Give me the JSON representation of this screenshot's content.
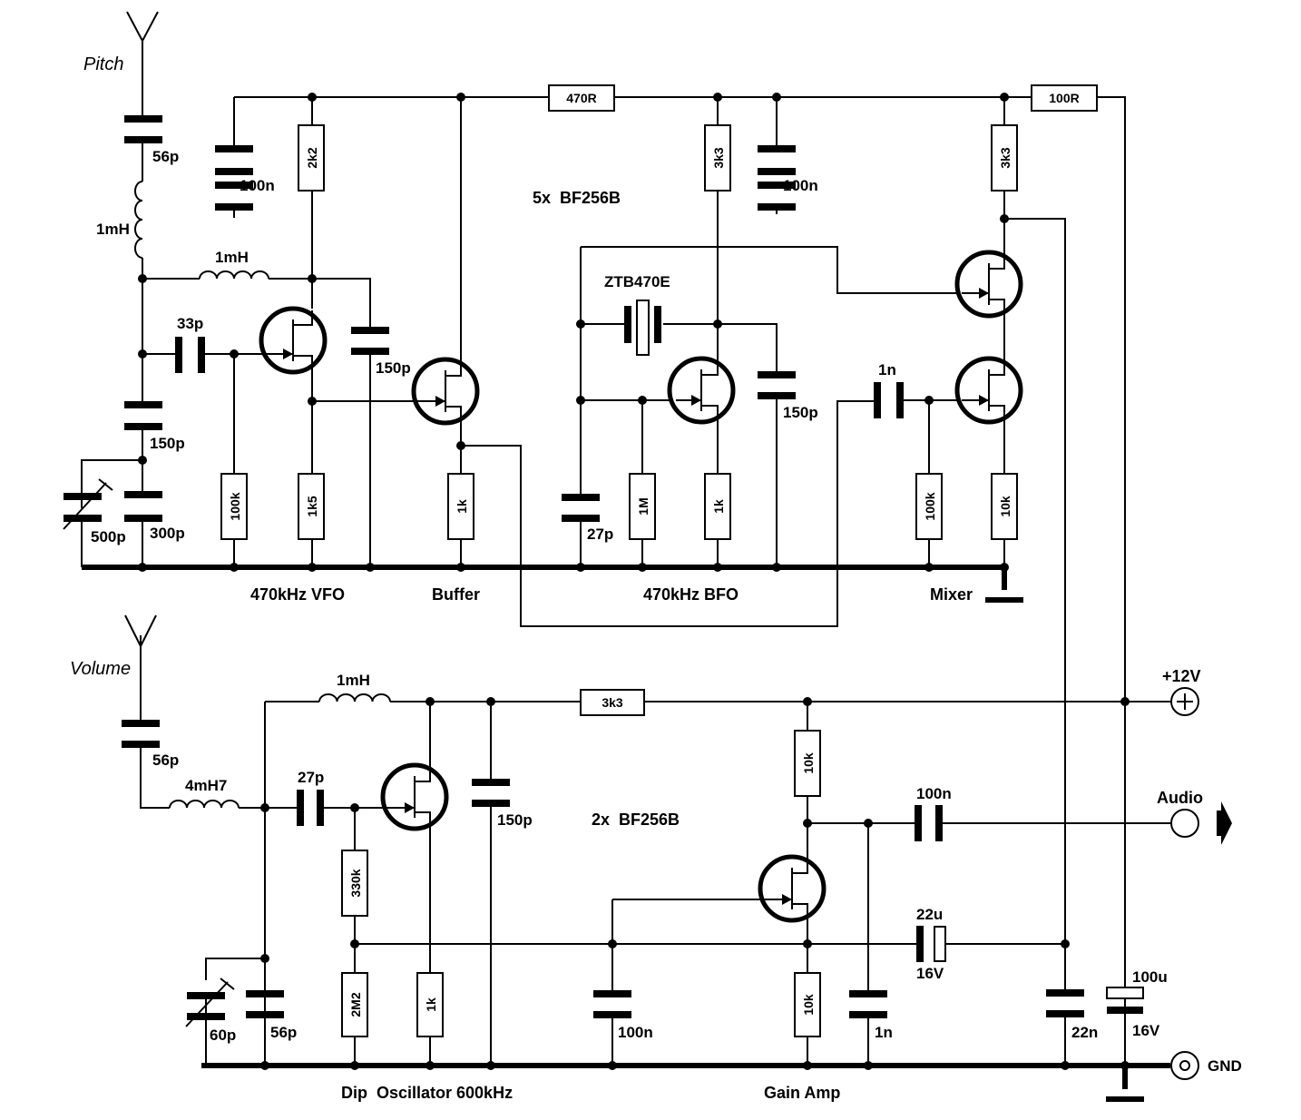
{
  "antennas": {
    "pitch": "Pitch",
    "volume": "Volume"
  },
  "components": {
    "c_56p_top": "56p",
    "l_1mh_vert": "1mH",
    "l_1mh_horiz": "1mH",
    "c_33p": "33p",
    "c_150p_left": "150p",
    "c_500p": "500p",
    "c_300p": "300p",
    "c_100n_top": "100n",
    "r_2k2": "2k2",
    "c_150p_vfo": "150p",
    "r_100k_vfo": "100k",
    "r_1k5": "1k5",
    "r_470r": "470R",
    "r_1k_buf": "1k",
    "xtal": "ZTB470E",
    "r_3k3_bfo": "3k3",
    "c_100n_bfo": "100n",
    "c_150p_bfo": "150p",
    "c_27p_bfo": "27p",
    "r_1m": "1M",
    "r_1k_bfo": "1k",
    "r_100r": "100R",
    "r_3k3_mix": "3k3",
    "c_1n_mix": "1n",
    "r_100k_mix": "100k",
    "r_10k_mix": "10k",
    "c_56p_bot": "56p",
    "l_4mh7": "4mH7",
    "l_1mh_bot": "1mH",
    "c_27p_dip": "27p",
    "c_150p_dip": "150p",
    "r_3k3_bot": "3k3",
    "c_60p": "60p",
    "c_56p_dip": "56p",
    "r_330k": "330k",
    "r_2m2": "2M2",
    "r_1k_dip": "1k",
    "c_100n_gain": "100n",
    "r_10k_drain": "10k",
    "r_10k_src": "10k",
    "c_100n_audio": "100n",
    "c_22u": "22u",
    "c_22u_v": "16V",
    "c_1n_gain": "1n",
    "c_22n": "22n",
    "c_100u": "100u",
    "c_100u_v": "16V"
  },
  "sections": {
    "vfo": "470kHz VFO",
    "buffer": "Buffer",
    "bfo": "470kHz BFO",
    "mixer": "Mixer",
    "dip": "Dip  Oscillator 600kHz",
    "gain": "Gain Amp",
    "fets_top": "5x  BF256B",
    "fets_bot": "2x  BF256B"
  },
  "terminals": {
    "supply": "+12V",
    "audio": "Audio",
    "ground": "GND"
  }
}
